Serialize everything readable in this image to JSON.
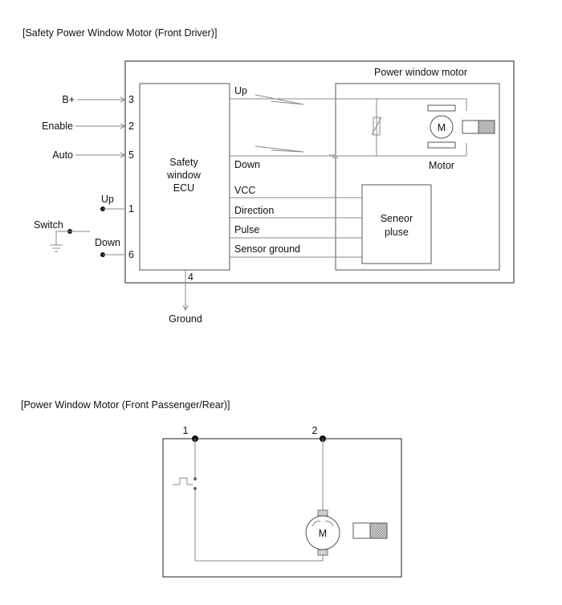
{
  "diagram1": {
    "title": "[Safety Power Window Motor (Front Driver)]",
    "inputs": {
      "bplus": "B+",
      "enable": "Enable",
      "auto": "Auto"
    },
    "pins": {
      "p3": "3",
      "p2": "2",
      "p5": "5",
      "p1": "1",
      "p6": "6",
      "p4": "4"
    },
    "switch": {
      "label": "Switch",
      "up": "Up",
      "down": "Down"
    },
    "ecu": {
      "line1": "Safety",
      "line2": "window",
      "line3": "ECU"
    },
    "signals": {
      "up": "Up",
      "down": "Down",
      "vcc": "VCC",
      "direction": "Direction",
      "pulse": "Pulse",
      "sensor_ground": "Sensor ground"
    },
    "motor_block": {
      "title": "Power window motor",
      "motor_label": "Motor",
      "m": "M"
    },
    "sensor": {
      "line1": "Seneor",
      "line2": "pluse"
    },
    "ground": "Ground"
  },
  "diagram2": {
    "title": "[Power Window Motor (Front Passenger/Rear)]",
    "pins": {
      "p1": "1",
      "p2": "2"
    },
    "m": "M"
  }
}
